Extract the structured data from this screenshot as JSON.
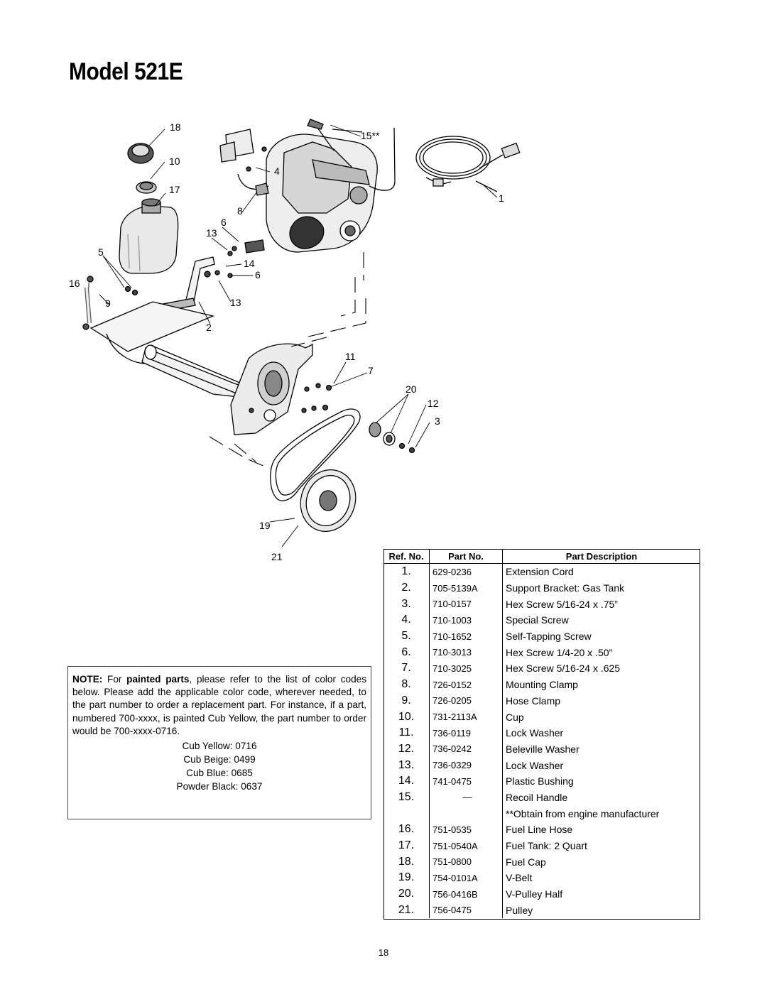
{
  "page": {
    "title": "Model 521E",
    "page_number": "18"
  },
  "diagram": {
    "callouts": [
      "18",
      "10",
      "17",
      "15**",
      "4",
      "1",
      "8",
      "6",
      "13",
      "5",
      "14",
      "6",
      "16",
      "9",
      "13",
      "2",
      "11",
      "7",
      "20",
      "12",
      "3",
      "19",
      "21"
    ]
  },
  "note": {
    "lead": "NOTE:",
    "text_1": " For ",
    "bold": "painted parts",
    "text_2": ", please refer to the list of color codes below. Please add the applicable color code, wherever needed, to the part number to order a replacement part. For instance, if a part, numbered 700-xxxx, is painted Cub Yellow,  the part number to order would be 700-xxxx-0716.",
    "colors": [
      "Cub Yellow: 0716",
      "Cub Beige: 0499",
      "Cub Blue: 0685",
      "Powder Black: 0637"
    ]
  },
  "parts_table": {
    "headers": [
      "Ref. No.",
      "Part No.",
      "Part Description"
    ],
    "rows": [
      [
        "1.",
        "629-0236",
        "Extension Cord"
      ],
      [
        "2.",
        "705-5139A",
        "Support Bracket: Gas Tank"
      ],
      [
        "3.",
        "710-0157",
        "Hex Screw 5/16-24 x .75”"
      ],
      [
        "4.",
        "710-1003",
        "Special Screw"
      ],
      [
        "5.",
        "710-1652",
        "Self-Tapping Screw"
      ],
      [
        "6.",
        "710-3013",
        "Hex Screw 1/4-20 x .50”"
      ],
      [
        "7.",
        "710-3025",
        "Hex Screw 5/16-24 x .625"
      ],
      [
        "8.",
        "726-0152",
        "Mounting Clamp"
      ],
      [
        "9.",
        "726-0205",
        "Hose Clamp"
      ],
      [
        "10.",
        "731-2113A",
        "Cup"
      ],
      [
        "11.",
        "736-0119",
        "Lock Washer"
      ],
      [
        "12.",
        "736-0242",
        "Beleville Washer"
      ],
      [
        "13.",
        "736-0329",
        "Lock Washer"
      ],
      [
        "14.",
        "741-0475",
        "Plastic Bushing"
      ],
      [
        "15.",
        "—",
        "Recoil Handle"
      ],
      [
        "",
        "",
        "**Obtain from engine manufacturer"
      ],
      [
        "16.",
        "751-0535",
        "Fuel Line Hose"
      ],
      [
        "17.",
        "751-0540A",
        "Fuel Tank: 2 Quart"
      ],
      [
        "18.",
        "751-0800",
        "Fuel Cap"
      ],
      [
        "19.",
        "754-0101A",
        "V-Belt"
      ],
      [
        "20.",
        "756-0416B",
        "V-Pulley Half"
      ],
      [
        "21.",
        "756-0475",
        "Pulley"
      ]
    ]
  }
}
